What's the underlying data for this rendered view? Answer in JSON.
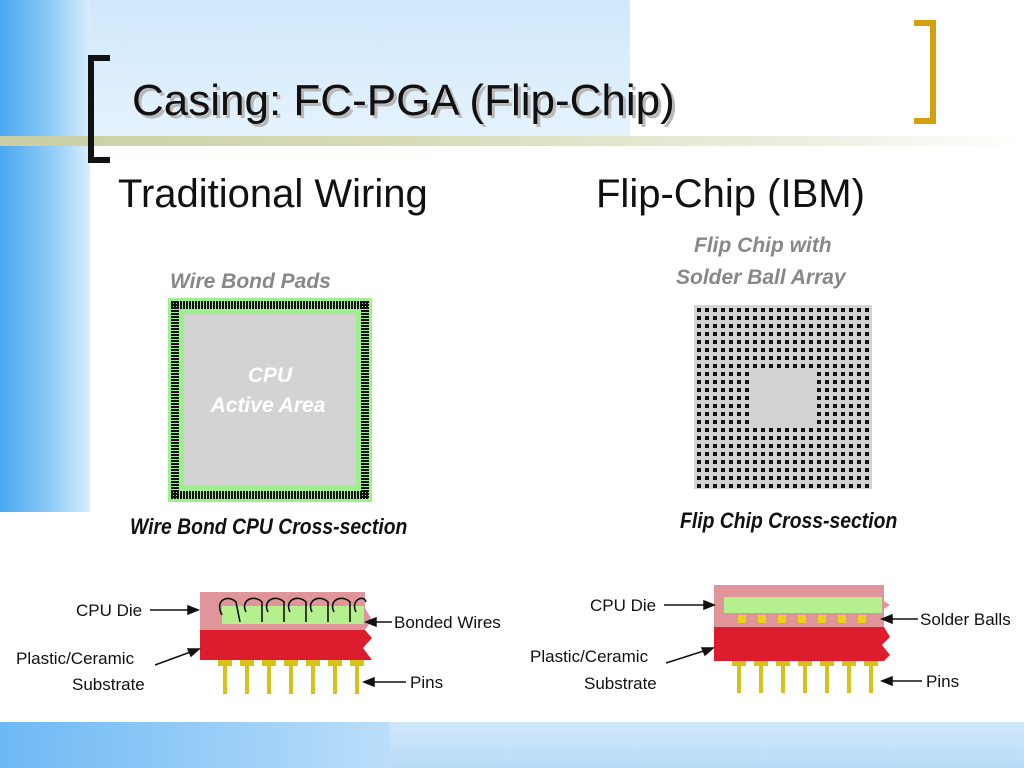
{
  "slide": {
    "title": "Casing: FC-PGA (Flip-Chip)",
    "left_heading": "Traditional Wiring",
    "right_heading": "Flip-Chip (IBM)"
  },
  "wire_bond": {
    "top_label": "Wire Bond Pads",
    "cpu_label_line1": "CPU",
    "cpu_label_line2": "Active Area",
    "cross_section_caption": "Wire Bond CPU Cross-section",
    "labels": {
      "die": "CPU Die",
      "substrate_line1": "Plastic/Ceramic",
      "substrate_line2": "Substrate",
      "wires": "Bonded Wires",
      "pins": "Pins"
    }
  },
  "flip_chip": {
    "top_label_line1": "Flip Chip with",
    "top_label_line2": "Solder Ball Array",
    "cross_section_caption": "Flip Chip Cross-section",
    "labels": {
      "die": "CPU Die",
      "substrate_line1": "Plastic/Ceramic",
      "substrate_line2": "Substrate",
      "balls": "Solder Balls",
      "pins": "Pins"
    }
  },
  "colors": {
    "accent_gold": "#d4a010",
    "die_green": "#b6f08e",
    "package_pink": "#e0959b",
    "substrate_red": "#dd1c2d",
    "pin_gold": "#d8c21a",
    "chip_gray": "#d3d3d3"
  }
}
